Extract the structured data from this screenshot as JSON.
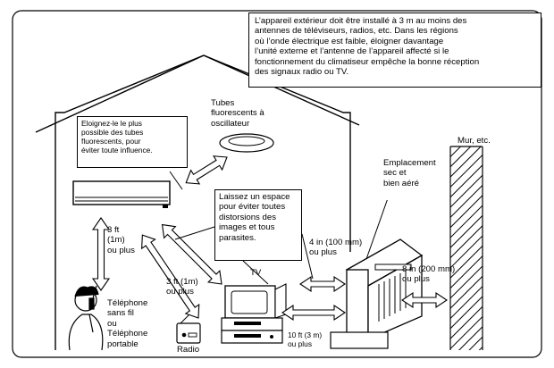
{
  "notice": "L’appareil extérieur doit être installé à 3 m au moins des\nantennes de téléviseurs, radios, etc. Dans les régions\noù l’onde électrique est faible, éloigner davantage\nl’unité externe et l’antenne de l’appareil affecté si le\nfonctionnement du climatiseur empêche la bonne réception\ndes signaux radio ou TV.",
  "labels": {
    "fluorescent_tubes": "Tubes\nfluorescents à\noscillateur",
    "keep_away_box": "Eloignez-le le plus\npossible des tubes\nfluorescents, pour\néviter toute influence.",
    "space_box": "Laissez un espace\npour éviter toutes\ndistorsions des\nimages et tous\nparasites.",
    "location_box": "Emplacement\nsec et\nbien aéré",
    "wall": "Mur, etc.",
    "dist_3ft_1m_vertical": "3 ft\n(1m)\nou plus",
    "dist_3ft_1m_diagonal": "3 ft (1m)\nou plus",
    "dist_4in": "4 in (100 mm)\nou plus",
    "dist_8in": "8 in (200 mm)\nou plus",
    "dist_10ft": "10 ft (3 m)\nou plus",
    "phone": "Téléphone\nsans fil\nou\nTéléphone\nportable",
    "tv": "TV",
    "radio": "Radio"
  }
}
